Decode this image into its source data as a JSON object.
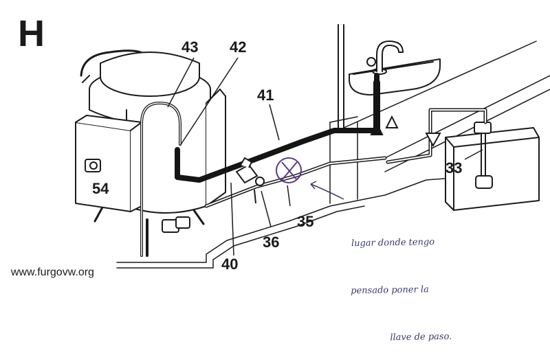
{
  "figure": {
    "section_letter": "H",
    "callouts": {
      "c43": "43",
      "c42": "42",
      "c41": "41",
      "c54": "54",
      "c33": "33",
      "c35": "35",
      "c36": "36",
      "c40": "40"
    },
    "handwritten_note": {
      "line1": "lugar donde tengo",
      "line2": "pensado poner la",
      "line3": "llave de paso."
    },
    "watermark": "www.furgovw.org"
  },
  "colors": {
    "ink": "#1a1a1a",
    "pipe": "#151515",
    "annotation": "#3a3a6a",
    "marker": "#5a3a8a",
    "paper": "#ffffff"
  }
}
